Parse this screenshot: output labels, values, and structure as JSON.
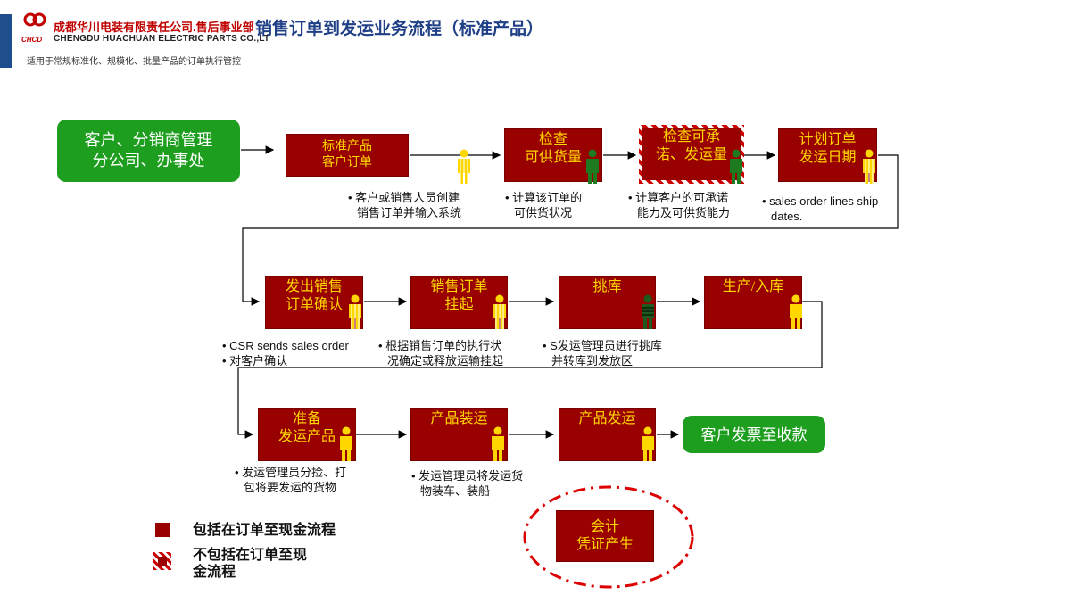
{
  "header": {
    "company_cn": "成都华川电装有限责任公司.售后事业部",
    "company_en": "CHENGDU HUACHUAN ELECTRIC PARTS CO.,LT",
    "logo_text": "CHCD",
    "title": "销售订单到发运业务流程（标准产品）",
    "subtitle": "适用于常规标准化、规模化、批量产品的订单执行管控"
  },
  "start": {
    "line1": "客户、分销商管理",
    "line2": "分公司、办事处"
  },
  "row1": {
    "b1": {
      "line1": "标准产品",
      "line2": "客户订单"
    },
    "b2": {
      "line1": "检查",
      "line2": "可供货量"
    },
    "b3": {
      "line1": "检查可承",
      "line2": "诺、发运量"
    },
    "b4": {
      "line1": "计划订单",
      "line2": "发运日期"
    },
    "n1": {
      "line1": "• 客户或销售人员创建",
      "line2": "销售订单并输入系统"
    },
    "n2": {
      "line1": "• 计算该订单的",
      "line2": "可供货状况"
    },
    "n3": {
      "line1": "• 计算客户的可承诺",
      "line2": "能力及可供货能力"
    },
    "n4": {
      "line1": "• sales order lines ship",
      "line2": "dates."
    }
  },
  "row2": {
    "b1": {
      "line1": "发出销售",
      "line2": "订单确认"
    },
    "b2": {
      "line1": "销售订单",
      "line2": "挂起"
    },
    "b3": {
      "line1": "挑库"
    },
    "b4": {
      "line1": "生产/入库"
    },
    "n1": {
      "line1": "• CSR sends sales order",
      "line2": "• 对客户确认"
    },
    "n2": {
      "line1": "• 根据销售订单的执行状",
      "line2": "况确定或释放运输挂起"
    },
    "n3": {
      "line1": "• S发运管理员进行挑库",
      "line2": "并转库到发放区"
    }
  },
  "row3": {
    "b1": {
      "line1": "准备",
      "line2": "发运产品"
    },
    "b2": {
      "line1": "产品装运"
    },
    "b3": {
      "line1": "产品发运"
    },
    "end": "客户发票至收款",
    "n1": {
      "line1": "• 发运管理员分捡、打",
      "line2": "包将要发运的货物"
    },
    "n2": {
      "line1": "• 发运管理员将发运货",
      "line2": "物装车、装船"
    }
  },
  "legend": {
    "solid": "包括在订单至现金流程",
    "hatch_line1": "不包括在订单至现",
    "hatch_line2": "金流程"
  },
  "accounting": {
    "line1": "会计",
    "line2": "凭证产生"
  },
  "colors": {
    "box": "#990000",
    "box_text": "#ffd700",
    "green": "#1e9e1e",
    "title": "#1f3f86",
    "brand_red": "#c00000"
  }
}
